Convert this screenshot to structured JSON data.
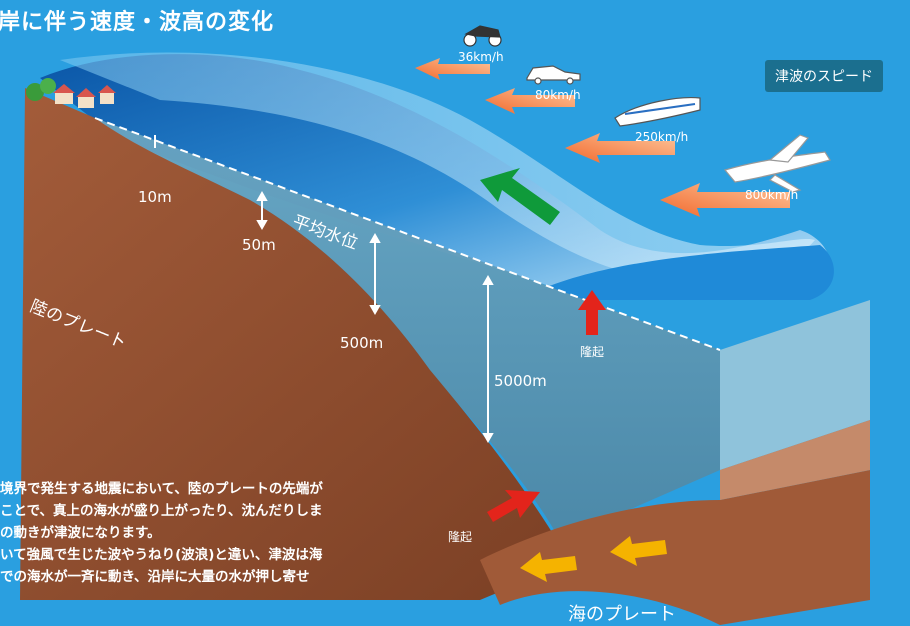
{
  "title": "岸に伴う速度・波高の変化",
  "legend_badge": "津波のスピード",
  "speeds": [
    "36km/h",
    "80km/h",
    "250km/h",
    "800km/h"
  ],
  "depths": [
    "10m",
    "50m",
    "500m",
    "5000m"
  ],
  "labels": {
    "mean_sea_level": "平均水位",
    "continental_plate": "陸のプレート",
    "ocean_plate": "海のプレート",
    "uplift": "隆起"
  },
  "body_lines": [
    "境界で発生する地震において、陸のプレートの先端が",
    "ことで、真上の海水が盛り上がったり、沈んだりしま",
    "の動きが津波になります。",
    "いて強風で生じた波やうねり(波浪)と違い、津波は海",
    "での海水が一斉に動き、沿岸に大量の水が押し寄せ"
  ],
  "colors": {
    "background": "#2a9fe0",
    "uplift_arrow": "#e3241b",
    "plate_motion_arrow": "#f5b300",
    "wave_direction_arrow": "#0f9a3a"
  }
}
